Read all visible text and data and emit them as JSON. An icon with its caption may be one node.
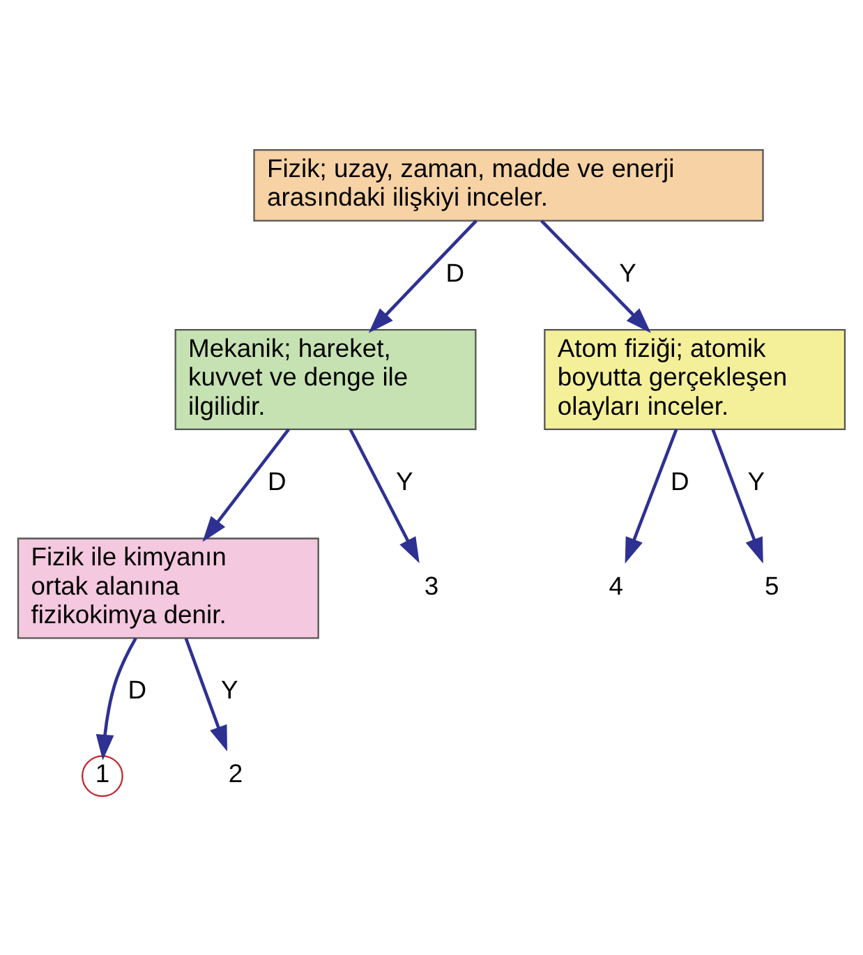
{
  "diagram": {
    "nodes": [
      {
        "text": [
          "Fizik; uzay, zaman, madde ve enerji arasındaki ilişkiyi inceler."
        ]
      },
      {
        "text": [
          "Mekanik; hareket, kuvvet ve denge ile ilgilidir."
        ]
      },
      {
        "text": [
          "Atom fiziği; atomik boyutta gerçekleşen olayları inceler."
        ]
      },
      {
        "text": [
          "Fizik ile kimyanın ortak alanına fizikokimya denir."
        ]
      },
      {
        "text": [
          "3"
        ]
      },
      {
        "text": [
          "4"
        ]
      },
      {
        "text": [
          "5"
        ]
      },
      {
        "text": [
          "1"
        ]
      },
      {
        "text": [
          "2"
        ]
      }
    ],
    "edges": [
      {
        "from": 0,
        "to": 1,
        "arrow": "to",
        "label": "D"
      },
      {
        "from": 0,
        "to": 2,
        "arrow": "to",
        "label": "Y"
      },
      {
        "from": 1,
        "to": 3,
        "arrow": "to",
        "label": "D"
      },
      {
        "from": 1,
        "to": 4,
        "arrow": "to",
        "label": "Y"
      },
      {
        "from": 2,
        "to": 5,
        "arrow": "to",
        "label": "D"
      },
      {
        "from": 2,
        "to": 6,
        "arrow": "to",
        "label": "Y"
      },
      {
        "from": 3,
        "to": 7,
        "arrow": "to",
        "label": "D"
      },
      {
        "from": 3,
        "to": 8,
        "arrow": "to",
        "label": "Y"
      }
    ]
  }
}
